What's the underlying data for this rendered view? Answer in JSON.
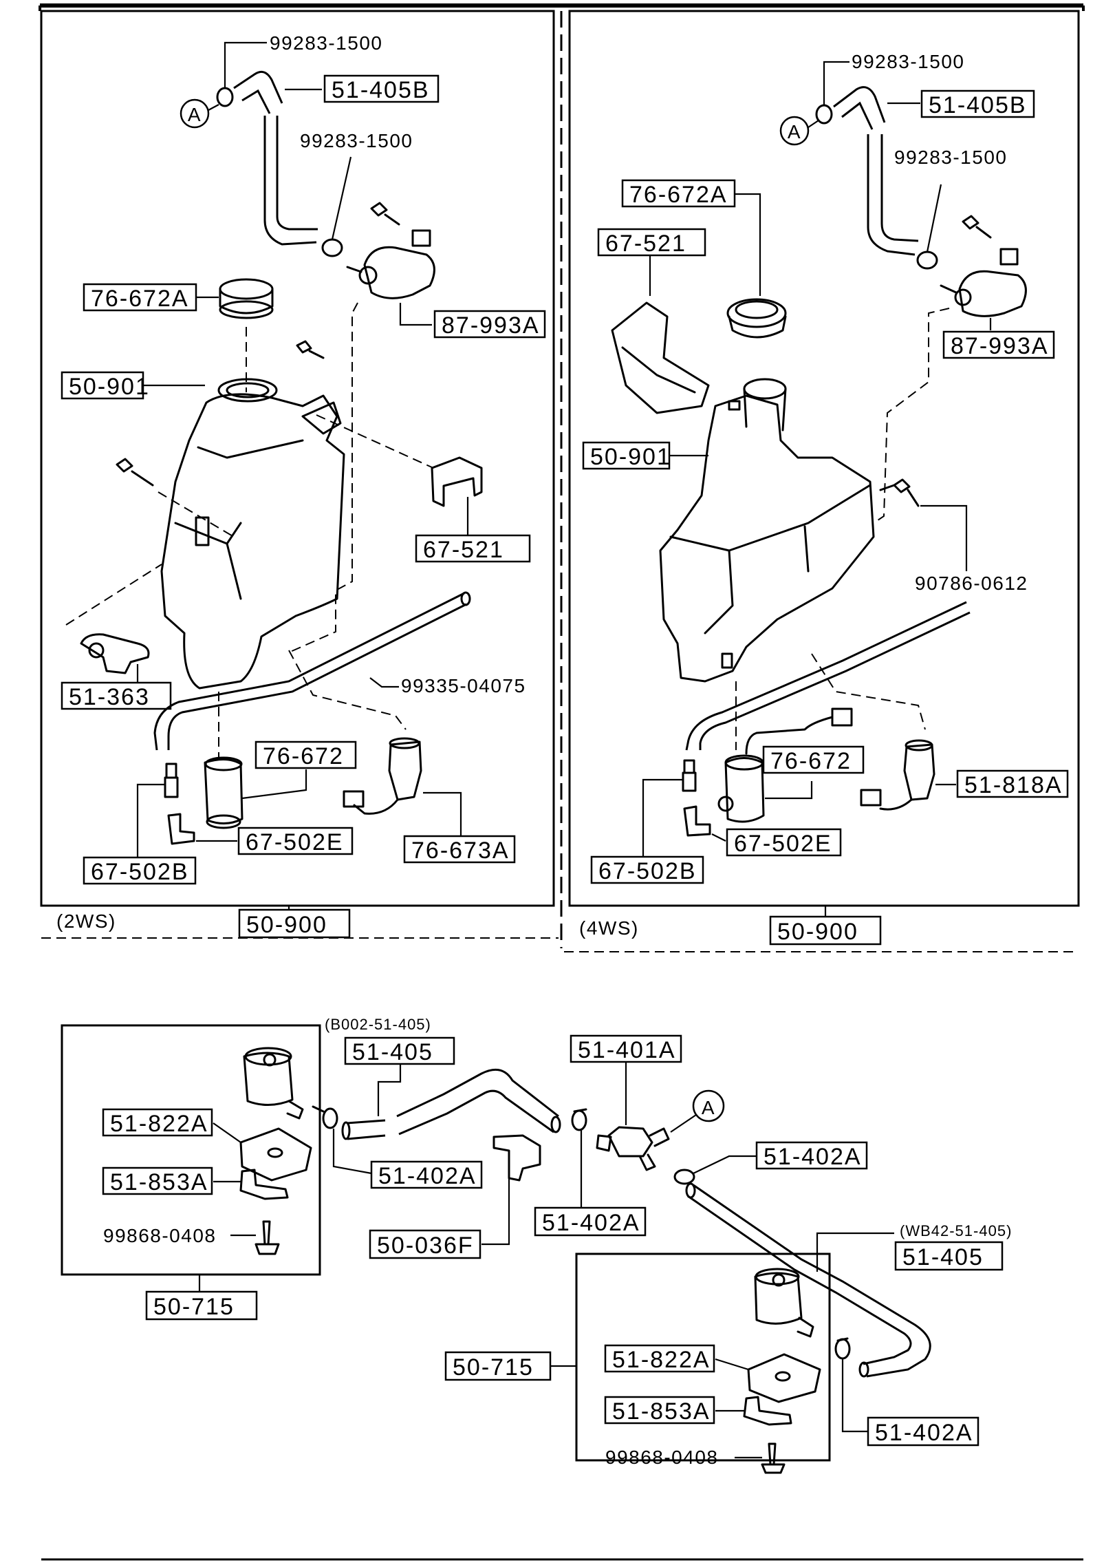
{
  "panels": {
    "p2ws": {
      "variant": "(2WS)",
      "assembly": "50-900",
      "labels": {
        "clip_top": "99283-1500",
        "hose_upper": "51-405B",
        "clip_mid": "99283-1500",
        "cap": "76-672A",
        "motor_upper": "87-993A",
        "tank": "50-901",
        "bracket": "67-521",
        "stay": "51-363",
        "hose_lower": "99335-04075",
        "pump": "76-672",
        "motor_lower": "76-673A",
        "joint_e": "67-502E",
        "joint_b": "67-502B"
      },
      "callout": "A"
    },
    "p4ws": {
      "variant": "(4WS)",
      "assembly": "50-900",
      "labels": {
        "clip_top": "99283-1500",
        "hose_upper": "51-405B",
        "clip_mid": "99283-1500",
        "cap": "76-672A",
        "bracket": "67-521",
        "motor_upper": "87-993A",
        "tank": "50-901",
        "bolt": "90786-0612",
        "pump": "76-672",
        "motor_lower": "51-818A",
        "joint_e": "67-502E",
        "joint_b": "67-502B"
      },
      "callout": "A"
    }
  },
  "bottom": {
    "hose_left_code": "(B002-51-405)",
    "hose_left": "51-405",
    "connector": "51-401A",
    "callout": "A",
    "grommet_a": "51-822A",
    "clip_a": "51-853A",
    "screw_a": "99868-0408",
    "nozzle_left": "50-715",
    "clamp_1": "51-402A",
    "clamp_2": "51-402A",
    "clamp_3": "51-402A",
    "clamp_4": "51-402A",
    "holder": "50-036F",
    "hose_right_code": "(WB42-51-405)",
    "hose_right": "51-405",
    "nozzle_right": "50-715",
    "grommet_b": "51-822A",
    "clip_b": "51-853A",
    "screw_b": "99868-0408"
  }
}
